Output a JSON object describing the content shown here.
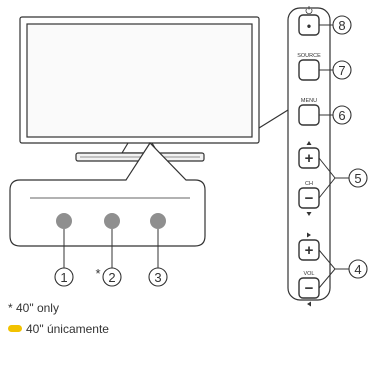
{
  "panel_buttons": [
    {
      "label": "",
      "symbol": "•",
      "callout": "8",
      "icon": "power-icon"
    },
    {
      "label": "SOURCE",
      "symbol": "",
      "callout": "7"
    },
    {
      "label": "MENU",
      "symbol": "",
      "callout": "6"
    },
    {
      "label": "",
      "symbol": "+",
      "callout": "",
      "arrow": "up"
    },
    {
      "label": "CH",
      "symbol": "−",
      "callout": "",
      "arrow": "down"
    },
    {
      "label": "",
      "symbol": "+",
      "callout": "",
      "arrow": "right"
    },
    {
      "label": "VOL",
      "symbol": "−",
      "callout": "",
      "arrow": "left"
    }
  ],
  "group_callouts": {
    "channel": "5",
    "volume": "4"
  },
  "sensor_callouts": [
    {
      "number": "1",
      "prefix": ""
    },
    {
      "number": "2",
      "prefix": "*"
    },
    {
      "number": "3",
      "prefix": ""
    }
  ],
  "notes": {
    "english": "* 40\" only",
    "spanish": "40\" únicamente"
  },
  "colors": {
    "line": "#333333",
    "sensor": "#8f8f8f",
    "note_marker": "#f2c200"
  }
}
